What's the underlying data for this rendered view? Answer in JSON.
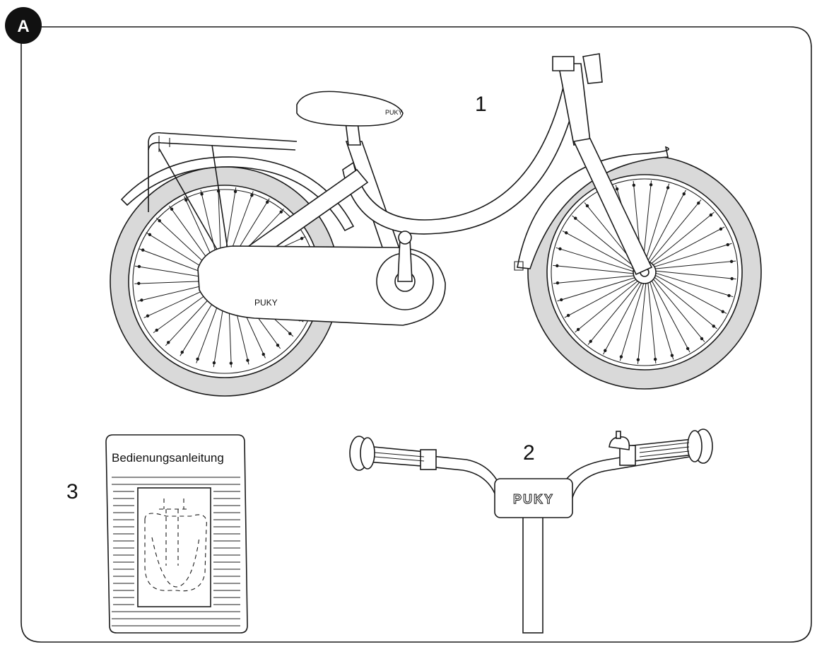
{
  "figure": {
    "badge": "A",
    "callouts": {
      "bike": "1",
      "handlebar": "2",
      "manual": "3"
    },
    "manual_title": "Bedienungsanleitung",
    "brand_logo": "PUKY",
    "colors": {
      "tire": "#d9d9d9",
      "line": "#1a1a1a",
      "badge": "#111111",
      "background": "#ffffff"
    }
  }
}
